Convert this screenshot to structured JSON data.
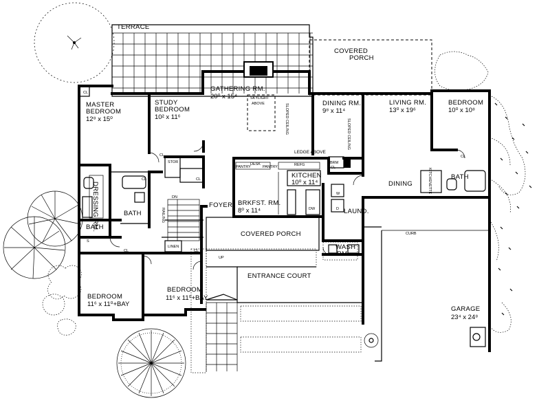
{
  "rooms": {
    "terrace": "TERRACE",
    "covered_porch_top": "COVERED",
    "covered_porch_top2": "PORCH",
    "master_bedroom": "MASTER",
    "master_bedroom2": "BEDROOM",
    "master_dim": "12⁸ x 15⁰",
    "study_bedroom": "STUDY",
    "study_bedroom2": "BEDROOM",
    "study_dim": "10² x 11⁶",
    "gathering_rm": "GATHERING RM.",
    "gathering_dim": "20⁰ x 15⁴",
    "skylight": "SKYLIGHT",
    "skylight2": "ABOVE",
    "sloped_ceiling": "SLOPED CEILING",
    "dining_rm": "DINING RM.",
    "dining_dim": "9⁸ x 11⁴",
    "living_rm": "LIVING RM.",
    "living_dim": "13⁰ x 19⁶",
    "bedroom_east": "BEDROOM",
    "bedroom_east_dim": "10⁰ x 10⁸",
    "ledge": "LEDGE ABOVE",
    "kitchen": "KITCHEN",
    "kitchen_dim": "10⁰ x 11⁴",
    "brkfst": "BRKFST. RM.",
    "brkfst_dim": "8⁰ x 11⁴",
    "foyer": "FOYER",
    "dressing": "DRESSING RM.",
    "bath": "BATH",
    "covered_porch": "COVERED PORCH",
    "entrance_court": "ENTRANCE COURT",
    "bedroom_sw": "BEDROOM",
    "bedroom_sw_dim": "11⁶ x 11⁰+BAY",
    "bedroom_s": "BEDROOM",
    "bedroom_s_dim": "11⁶ x 11⁰+BAY",
    "dining": "DINING",
    "kitchenette": "KITCHENETTE",
    "laund": "LAUND.",
    "wash": "WASH",
    "wash2": "RM.",
    "garage": "GARAGE",
    "garage_dim": "23⁴ x 24⁸",
    "curb": "CURB"
  },
  "small": {
    "cl": "CL",
    "stor": "STOR",
    "linen": "LINEN",
    "brm": "BRM",
    "dn": "DN",
    "up": "UP",
    "railing": "RAILING",
    "pantry": "PANTRY",
    "desk": "DESK",
    "refg": "REFG",
    "dw": "DW",
    "d": "D",
    "w": "W",
    "s": "S",
    "sloped_ceiling2": "SLOPED CEILING"
  }
}
